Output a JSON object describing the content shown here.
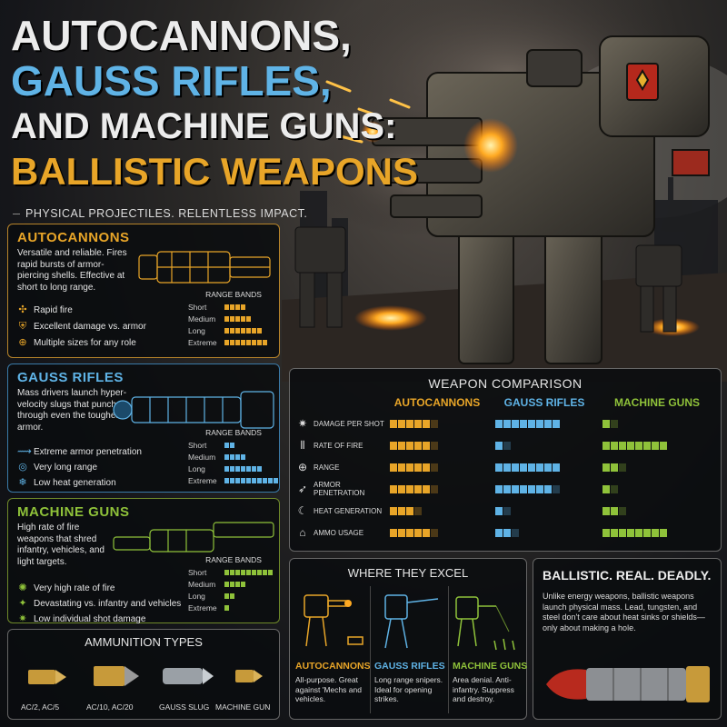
{
  "header": {
    "title_line1": "AUTOCANNONS,",
    "title_line2": "GAUSS RIFLES,",
    "title_line3": "AND MACHINE GUNS:",
    "title_line4": "BALLISTIC WEAPONS",
    "tagline": "PHYSICAL PROJECTILES. RELENTLESS IMPACT."
  },
  "colors": {
    "autocannon": "#e8a528",
    "gauss": "#5fb3e6",
    "machinegun": "#8fc23a",
    "panel_bg": "#0a0c0f"
  },
  "range_labels": [
    "Short",
    "Medium",
    "Long",
    "Extreme"
  ],
  "range_title": "RANGE BANDS",
  "weapons": {
    "autocannon": {
      "title": "AUTOCANNONS",
      "desc": "Versatile and reliable. Fires rapid bursts of armor-piercing shells. Effective at short to long range.",
      "features": [
        {
          "icon": "crosshair-icon",
          "text": "Rapid fire"
        },
        {
          "icon": "shield-icon",
          "text": "Excellent damage vs. armor"
        },
        {
          "icon": "target-icon",
          "text": "Multiple sizes for any role"
        }
      ],
      "range": [
        4,
        5,
        7,
        8
      ]
    },
    "gauss": {
      "title": "GAUSS RIFLES",
      "desc": "Mass drivers launch hyper-velocity slugs that punch through even the toughest armor.",
      "features": [
        {
          "icon": "penetration-icon",
          "text": "Extreme armor penetration"
        },
        {
          "icon": "range-icon",
          "text": "Very long range"
        },
        {
          "icon": "heat-icon",
          "text": "Low heat generation"
        }
      ],
      "range": [
        2,
        4,
        7,
        10
      ]
    },
    "machinegun": {
      "title": "MACHINE GUNS",
      "desc": "High rate of fire weapons that shred infantry, vehicles, and light targets.",
      "features": [
        {
          "icon": "rate-icon",
          "text": "Very high rate of fire"
        },
        {
          "icon": "infantry-icon",
          "text": "Devastating vs. infantry and vehicles"
        },
        {
          "icon": "damage-icon",
          "text": "Low individual shot damage"
        }
      ],
      "range": [
        9,
        4,
        2,
        1
      ]
    }
  },
  "comparison": {
    "title": "WEAPON COMPARISON",
    "columns": [
      "AUTOCANNONS",
      "GAUSS RIFLES",
      "MACHINE GUNS"
    ],
    "rows": [
      {
        "label": "DAMAGE PER SHOT",
        "icon": "damage-icon",
        "values": [
          5,
          8,
          1
        ]
      },
      {
        "label": "RATE OF FIRE",
        "icon": "rate-icon",
        "values": [
          5,
          1,
          8
        ]
      },
      {
        "label": "RANGE",
        "icon": "range-icon",
        "values": [
          5,
          8,
          2
        ]
      },
      {
        "label": "ARMOR PENETRATION",
        "icon": "penetration-icon",
        "values": [
          5,
          7,
          1
        ]
      },
      {
        "label": "HEAT GENERATION",
        "icon": "heat-icon",
        "values": [
          3,
          1,
          2
        ]
      },
      {
        "label": "AMMO USAGE",
        "icon": "ammo-icon",
        "values": [
          5,
          2,
          8
        ]
      }
    ],
    "max": 8
  },
  "excel": {
    "title": "WHERE THEY EXCEL",
    "items": [
      {
        "name": "AUTOCANNONS",
        "desc": "All-purpose. Great against 'Mechs and vehicles."
      },
      {
        "name": "GAUSS RIFLES",
        "desc": "Long range snipers. Ideal for opening strikes."
      },
      {
        "name": "MACHINE GUNS",
        "desc": "Area denial. Anti-infantry. Suppress and destroy."
      }
    ]
  },
  "ballistic": {
    "title": "BALLISTIC. REAL. DEADLY.",
    "desc": "Unlike energy weapons, ballistic weapons launch physical mass. Lead, tungsten, and steel don't care about heat sinks or shields—only about making a hole."
  },
  "ammo": {
    "title": "AMMUNITION TYPES",
    "items": [
      "AC/2, AC/5",
      "AC/10, AC/20",
      "GAUSS SLUG",
      "MACHINE GUN"
    ]
  }
}
